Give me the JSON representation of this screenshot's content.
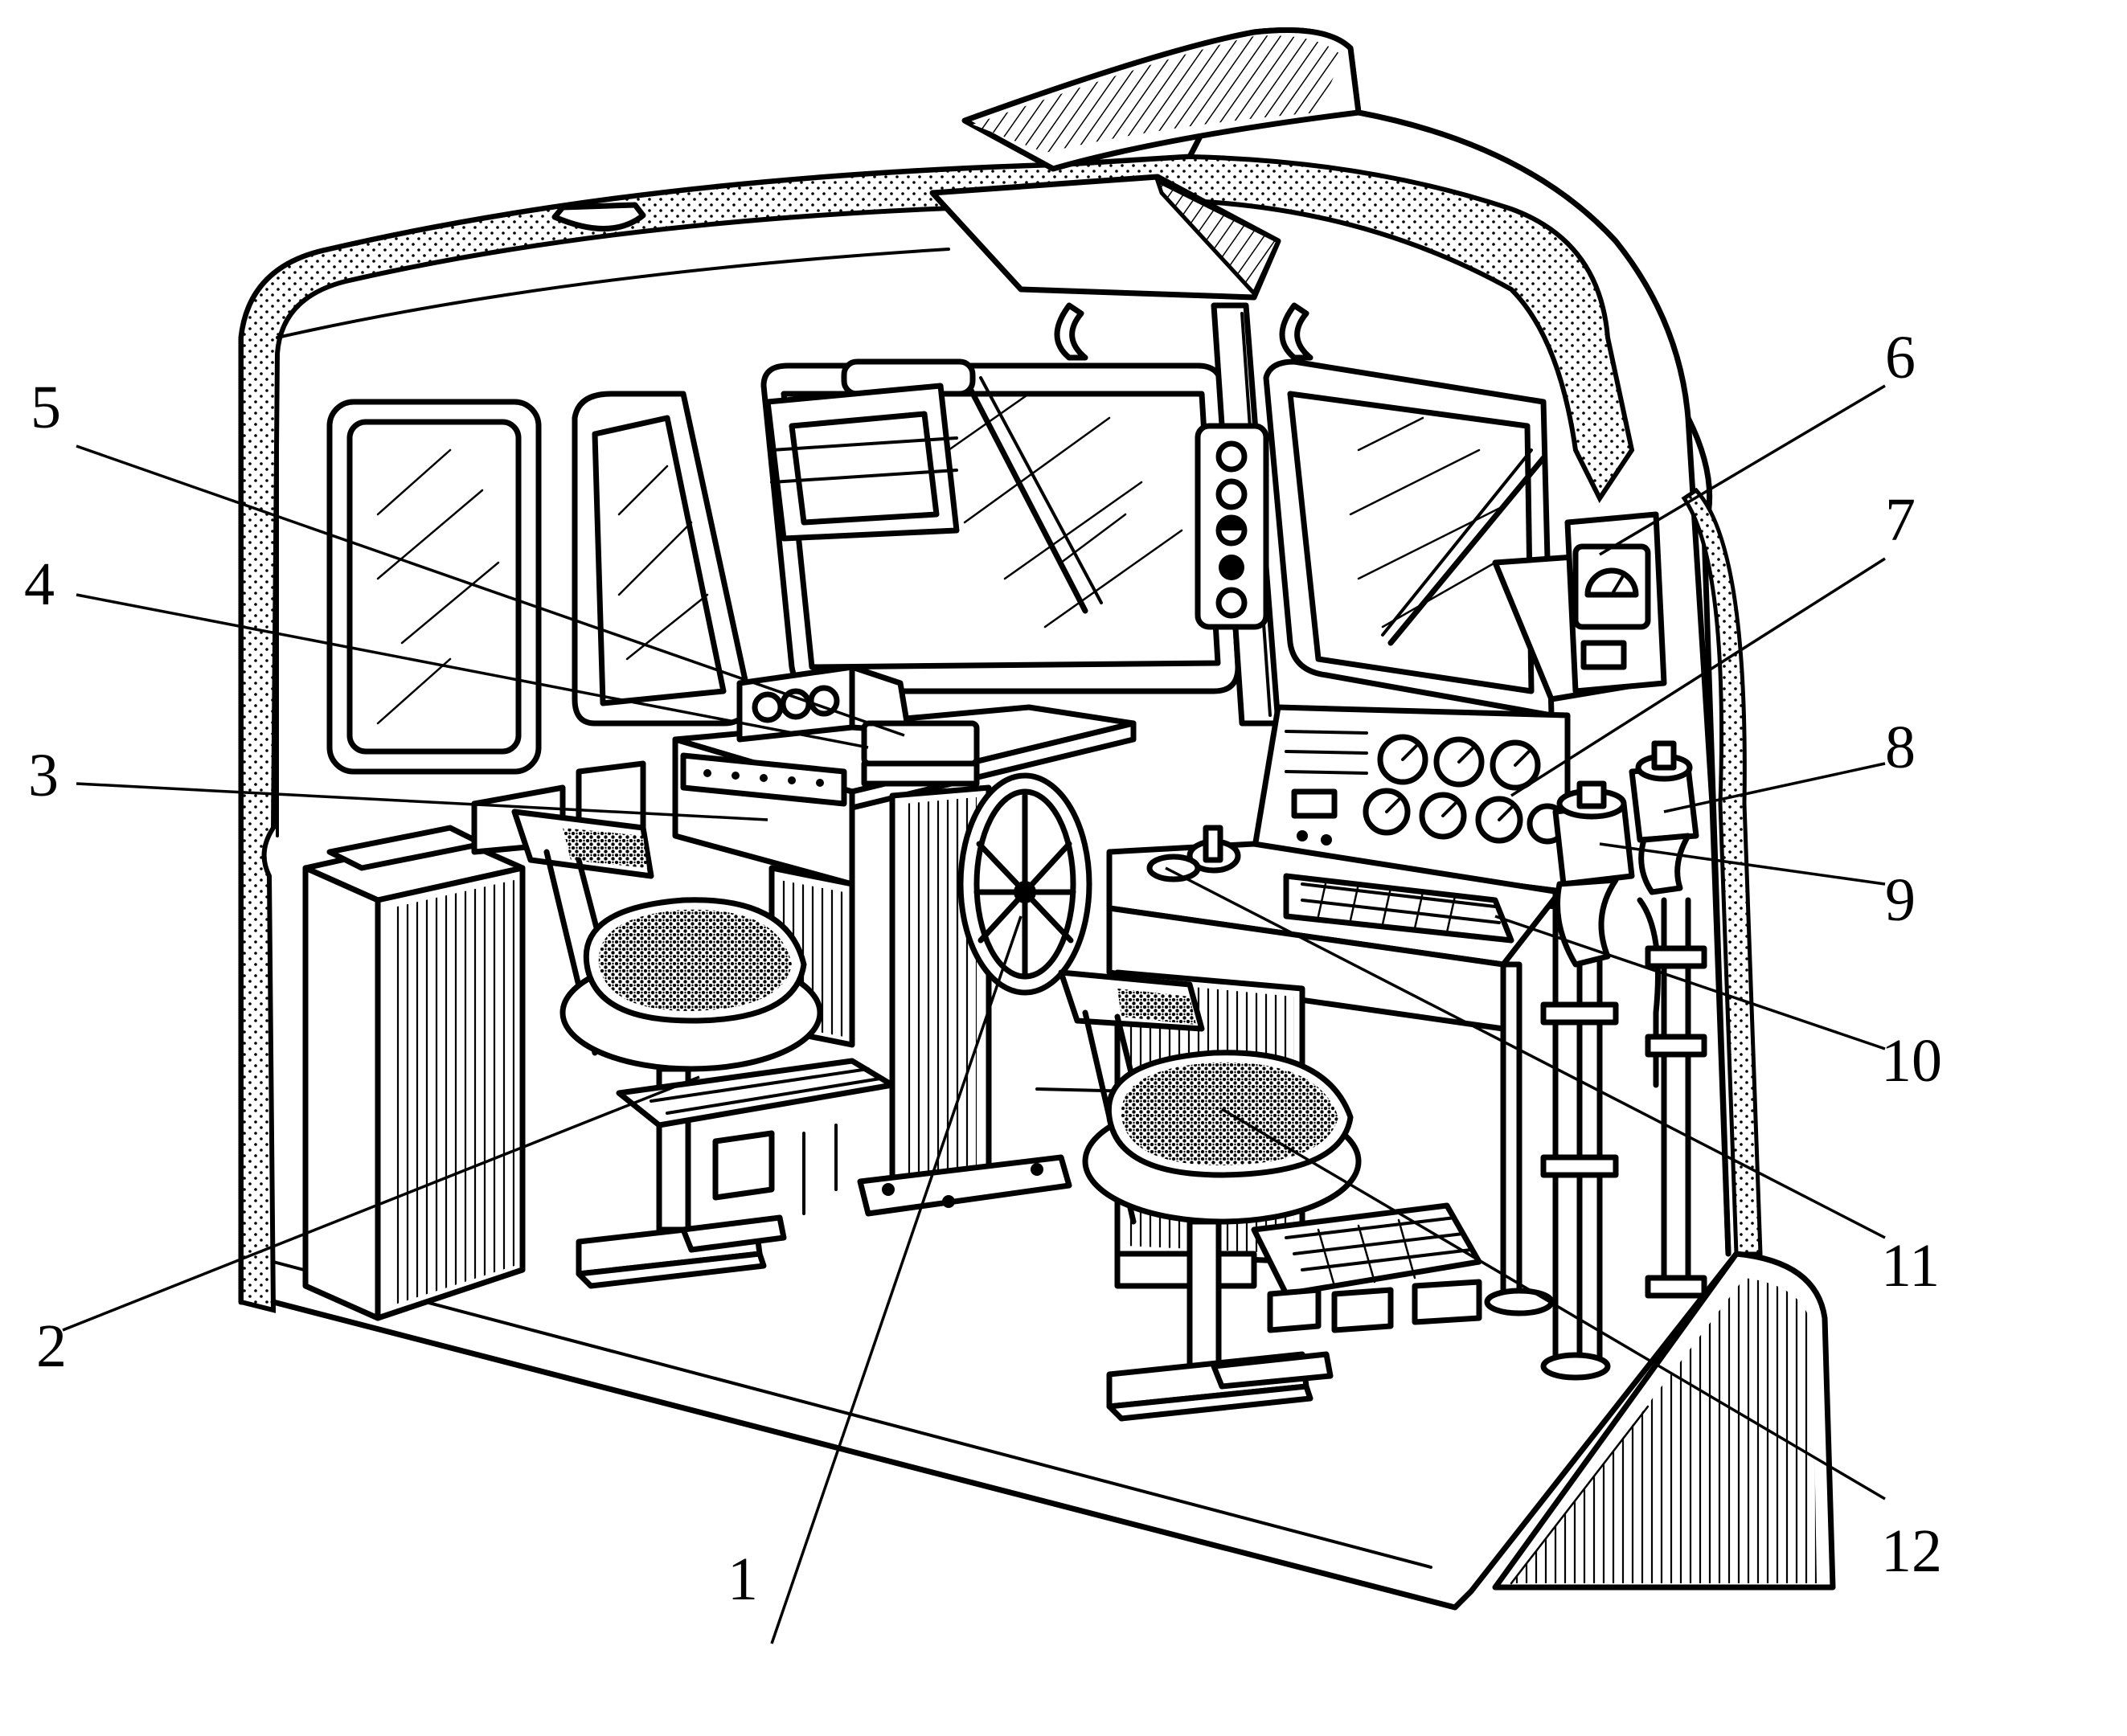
{
  "callouts": [
    {
      "n": "1"
    },
    {
      "n": "2"
    },
    {
      "n": "3"
    },
    {
      "n": "4"
    },
    {
      "n": "5"
    },
    {
      "n": "6"
    },
    {
      "n": "7"
    },
    {
      "n": "8"
    },
    {
      "n": "9"
    },
    {
      "n": "10"
    },
    {
      "n": "11"
    },
    {
      "n": "12"
    }
  ],
  "colors": {
    "ink": "#000000",
    "paper": "#ffffff"
  }
}
